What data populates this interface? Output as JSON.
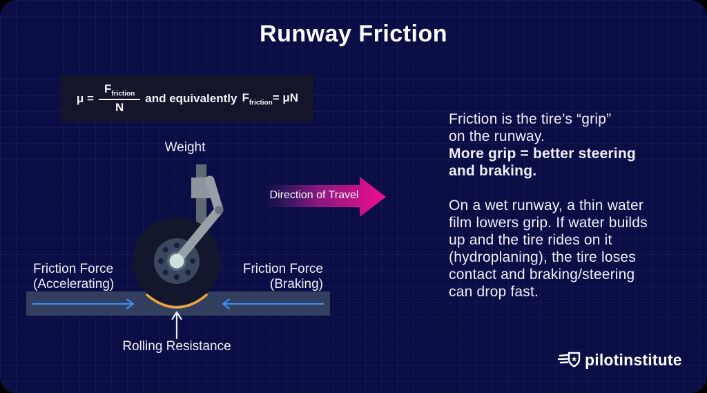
{
  "title": "Runway Friction",
  "formula": {
    "lhs": "μ =",
    "num_f": "F",
    "num_sub": "friction",
    "den": "N",
    "middle": "and equivalently",
    "rhs_f": "F",
    "rhs_sub": "friction",
    "rhs_eq": "= μN"
  },
  "diagram": {
    "weight_label": "Weight",
    "direction_label": "Direction of Travel",
    "friction_accel_line1": "Friction Force",
    "friction_accel_line2": "(Accelerating)",
    "friction_brake_line1": "Friction Force",
    "friction_brake_line2": "(Braking)",
    "rolling_label": "Rolling Resistance"
  },
  "right_text": {
    "p1": [
      "Friction is the tire’s “grip”",
      "on the runway."
    ],
    "bold": [
      "More grip = better steering",
      "and braking."
    ],
    "p2": [
      "On a wet runway, a thin water",
      "film lowers grip. If water builds",
      "up and the tire rides on it",
      "(hydroplaning), the tire loses",
      "contact and braking/steering",
      "can drop fast."
    ]
  },
  "logo": {
    "text": "pilotinstitute",
    "icon": "pilot-institute-badge-icon",
    "star": "★"
  },
  "colors": {
    "background_navy": "#0a0e44",
    "panel_dark": "#14142b",
    "direction_pink": "#f10d8f",
    "arrow_blue": "#3f8cf3",
    "contact_orange": "#f5a43c",
    "runway_gray": "#333f5e",
    "tire_dark": "#12172d",
    "text_white": "#eef0f8"
  }
}
